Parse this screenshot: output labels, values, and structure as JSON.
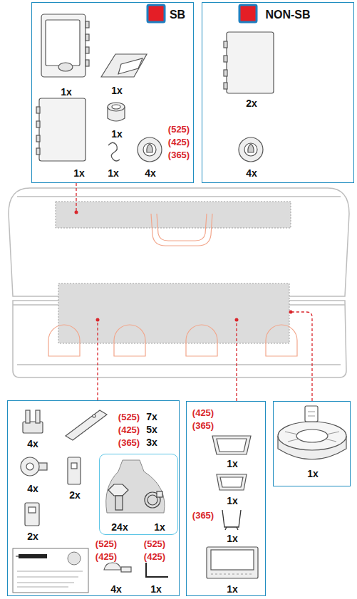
{
  "diagram": {
    "nodes": [
      {
        "text": [
          "SB",
          "1x",
          "1x",
          "1x",
          "(525)",
          "(425)",
          "(365)",
          "1x",
          "1x",
          "4x"
        ]
      },
      {
        "text": [
          "NON-SB",
          "2x",
          "4x"
        ]
      },
      {
        "text": [
          "4x",
          "(525)",
          "7x",
          "(425)",
          "5x",
          "(365)",
          "3x",
          "4x",
          "2x",
          "2x",
          "(525)",
          "(525)",
          "(425)",
          "(425)",
          "4x",
          "1x"
        ]
      },
      {
        "text": [
          "24x",
          "1x"
        ],
        "in": 2
      },
      {
        "text": [
          "(425)",
          "(365)",
          "1x",
          "1x",
          "(365)",
          "1x",
          "1x"
        ]
      },
      {
        "text": [
          "1x"
        ]
      }
    ]
  }
}
